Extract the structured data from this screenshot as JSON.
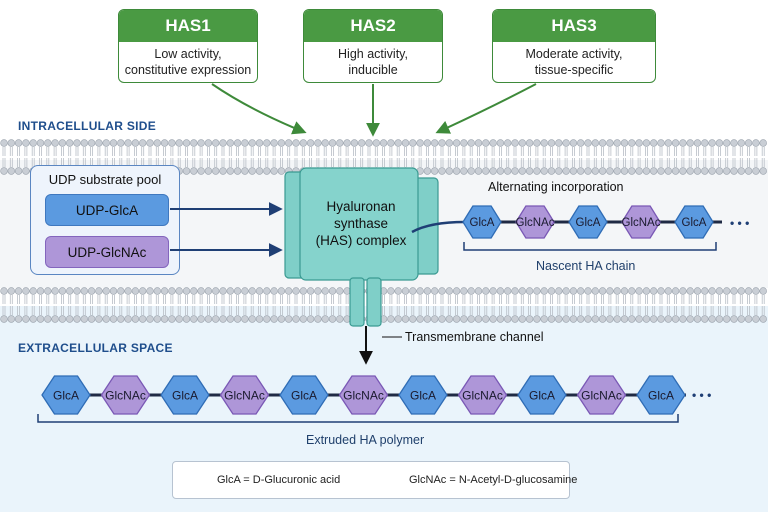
{
  "isoforms": [
    {
      "name": "HAS1",
      "description": "Low activity,\nconstitutive expression"
    },
    {
      "name": "HAS2",
      "description": "High activity,\ninducible"
    },
    {
      "name": "HAS3",
      "description": "Moderate activity,\ntissue-specific"
    }
  ],
  "labels": {
    "intracellular": "INTRACELLULAR SIDE",
    "extracellular": "EXTRACELLULAR SPACE",
    "complex": [
      "Hyaluronan",
      "synthase",
      "(HAS) complex"
    ],
    "channel": "Transmembrane channel",
    "alternating": "Alternating incorporation",
    "nascent": "Nascent HA chain",
    "extruded": "Extruded HA polymer"
  },
  "substrate_pool": {
    "title": "UDP substrate pool",
    "items": [
      "UDP-GlcA",
      "UDP-GlcNAc"
    ]
  },
  "nascent_chain": [
    "GlcA",
    "GlcNAc",
    "GlcA",
    "GlcNAc",
    "GlcA"
  ],
  "extruded_chain": [
    "GlcA",
    "GlcNAc",
    "GlcA",
    "GlcNAc",
    "GlcA",
    "GlcNAc",
    "GlcA",
    "GlcNAc",
    "GlcA",
    "GlcNAc",
    "GlcA"
  ],
  "ellipsis": "• • •",
  "legend": {
    "glca_label": "GlcA",
    "glca_def": "GlcA  = D-Glucuronic acid",
    "glcnac_label": "GlcNAc",
    "glcnac_def": "GlcNAc  = N-Acetyl-D-glucosamine"
  },
  "colors": {
    "glca_fill": "#5b9ae0",
    "glca_stroke": "#2f6cb5",
    "glcnac_fill": "#ae96d8",
    "glcnac_stroke": "#7a58b5",
    "has_header": "#4a9a43",
    "enzyme": "#7fcfc8",
    "arrow_green": "#3e8a3a",
    "arrow_navy": "#1f3f75"
  }
}
